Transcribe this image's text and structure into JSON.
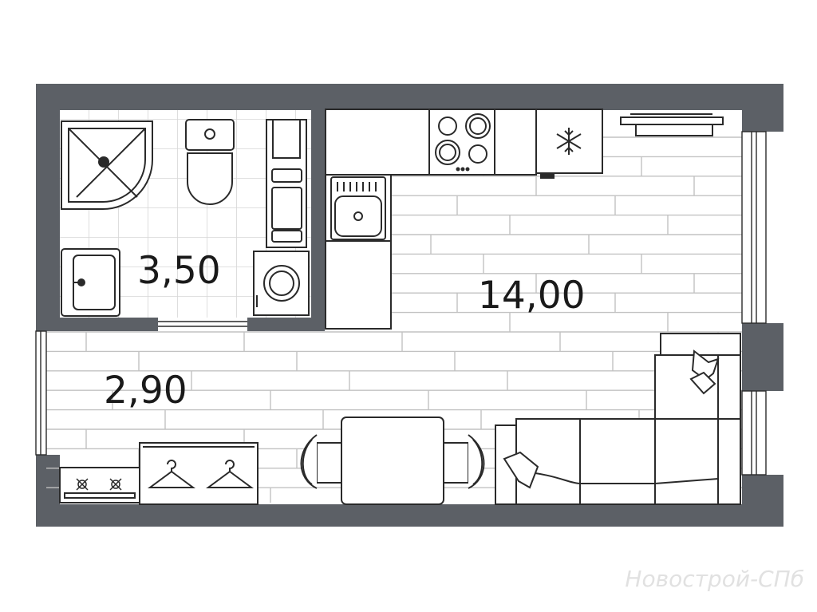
{
  "rooms": [
    {
      "id": "bathroom",
      "area": "3,50"
    },
    {
      "id": "main-room",
      "area": "14,00"
    },
    {
      "id": "hallway",
      "area": "2,90"
    }
  ],
  "watermark": "Новострой-СПб",
  "colors": {
    "wall": "#5c6066",
    "line": "#2a2a2a",
    "floor": "#ffffff",
    "tile": "#d6d6d6",
    "plank": "#c2c2c2"
  },
  "icons": {
    "fridge": "snowflake-icon",
    "wardrobe": "hanger-icon"
  }
}
